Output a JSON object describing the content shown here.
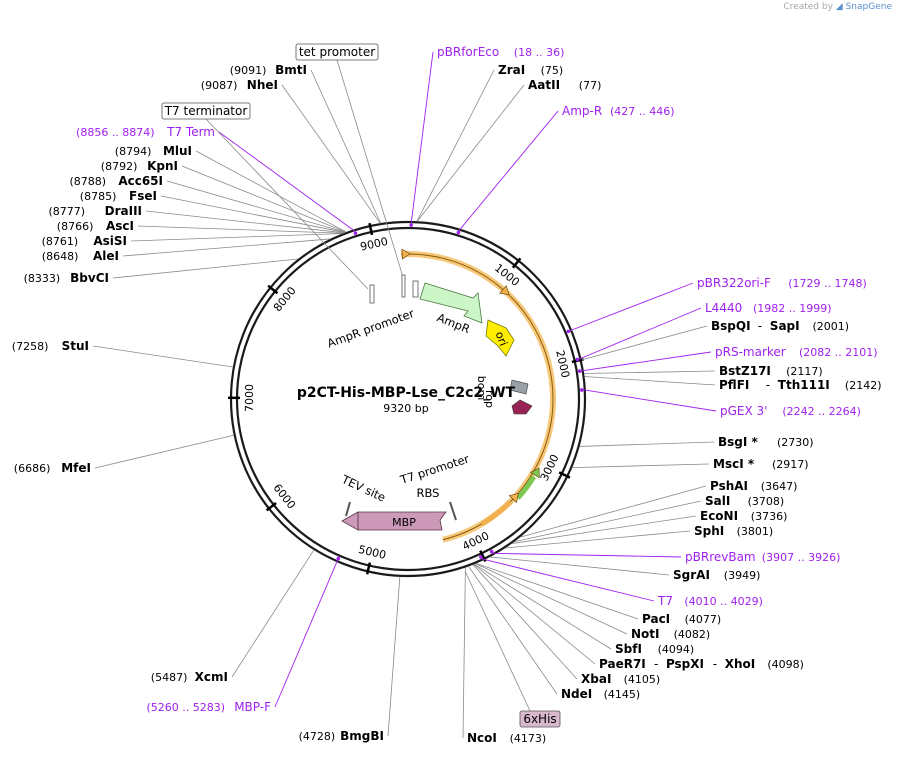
{
  "credit": {
    "prefix": "Created by",
    "brand": "SnapGene"
  },
  "plasmid": {
    "name": "p2CT-His-MBP-Lse_C2c2_WT",
    "size": "9320 bp",
    "length": 9320
  },
  "colors": {
    "site": "#000000",
    "primer": "#a020f0",
    "leader": "#777777",
    "backbone": "#1a1a1a"
  },
  "ticks": [
    "1000",
    "2000",
    "3000",
    "4000",
    "5000",
    "6000",
    "7000",
    "8000",
    "9000"
  ],
  "inner_labels": {
    "ampr_promoter": "AmpR promoter",
    "ampr": "AmpR",
    "ori": "ori",
    "rop": "rop",
    "bom": "bom",
    "t7_promoter": "T7 promoter",
    "rbs": "RBS",
    "tev_site": "TEV site",
    "mbp": "MBP"
  },
  "boxed_features": [
    {
      "name": "tet promoter"
    },
    {
      "name": "T7 terminator"
    },
    {
      "name": "6xHis"
    }
  ],
  "enzymes": [
    {
      "name": "BmtI",
      "pos": "(9091)"
    },
    {
      "name": "NheI",
      "pos": "(9087)"
    },
    {
      "name": "ZraI",
      "pos": "(75)"
    },
    {
      "name": "AatII",
      "pos": "(77)"
    },
    {
      "name": "MluI",
      "pos": "(8794)"
    },
    {
      "name": "KpnI",
      "pos": "(8792)"
    },
    {
      "name": "Acc65I",
      "pos": "(8788)"
    },
    {
      "name": "FseI",
      "pos": "(8785)"
    },
    {
      "name": "DraIII",
      "pos": "(8777)"
    },
    {
      "name": "AscI",
      "pos": "(8766)"
    },
    {
      "name": "AsiSI",
      "pos": "(8761)"
    },
    {
      "name": "AleI",
      "pos": "(8648)"
    },
    {
      "name": "BbvCI",
      "pos": "(8333)"
    },
    {
      "name": "StuI",
      "pos": "(7258)"
    },
    {
      "name": "MfeI",
      "pos": "(6686)"
    },
    {
      "name": "XcmI",
      "pos": "(5487)"
    },
    {
      "name": "BmgBI",
      "pos": "(4728)"
    },
    {
      "name": "BspQI",
      "name2": "SapI",
      "pos": "(2001)"
    },
    {
      "name": "BstZ17I",
      "pos": "(2117)"
    },
    {
      "name": "PflFI",
      "name2": "Tth111I",
      "pos": "(2142)"
    },
    {
      "name": "BsgI *",
      "pos": "(2730)"
    },
    {
      "name": "MscI *",
      "pos": "(2917)"
    },
    {
      "name": "PshAI",
      "pos": "(3647)"
    },
    {
      "name": "SalI",
      "pos": "(3708)"
    },
    {
      "name": "EcoNI",
      "pos": "(3736)"
    },
    {
      "name": "SphI",
      "pos": "(3801)"
    },
    {
      "name": "SgrAI",
      "pos": "(3949)"
    },
    {
      "name": "PacI",
      "pos": "(4077)"
    },
    {
      "name": "NotI",
      "pos": "(4082)"
    },
    {
      "name": "SbfI",
      "pos": "(4094)"
    },
    {
      "name": "PaeR7I",
      "name2": "PspXI",
      "name3": "XhoI",
      "pos": "(4098)"
    },
    {
      "name": "XbaI",
      "pos": "(4105)"
    },
    {
      "name": "NdeI",
      "pos": "(4145)"
    },
    {
      "name": "NcoI",
      "pos": "(4173)"
    }
  ],
  "primers": [
    {
      "name": "pBRforEco",
      "range": "(18 .. 36)"
    },
    {
      "name": "Amp-R",
      "range": "(427 .. 446)"
    },
    {
      "name": "T7 Term",
      "range": "(8856 .. 8874)"
    },
    {
      "name": "pBR322ori-F",
      "range": "(1729 .. 1748)"
    },
    {
      "name": "L4440",
      "range": "(1982 .. 1999)"
    },
    {
      "name": "pRS-marker",
      "range": "(2082 .. 2101)"
    },
    {
      "name": "pGEX 3'",
      "range": "(2242 .. 2264)"
    },
    {
      "name": "pBRrevBam",
      "range": "(3907 .. 3926)"
    },
    {
      "name": "T7",
      "range": "(4010 .. 4029)"
    },
    {
      "name": "MBP-F",
      "range": "(5260 .. 5283)"
    }
  ]
}
